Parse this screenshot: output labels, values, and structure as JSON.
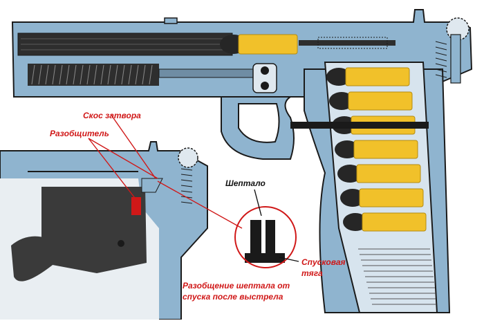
{
  "labels": {
    "skos_zatvora": "Скос затвора",
    "razobshchitel": "Разобщитель",
    "sheptalo": "Шептало",
    "spuskovaya_tyaga_line1": "Спусковая",
    "spuskovaya_tyaga_line2": "тяга",
    "caption_line1": "Разобщение шептала от",
    "caption_line2": "спуска после выстрела"
  },
  "colors": {
    "frame_blue": "#8fb4cf",
    "outline": "#1a1a1a",
    "barrel_dark": "#2e2e2e",
    "cartridge_brass": "#f1c12a",
    "bullet_dark": "#262626",
    "label_red": "#d01818",
    "callout_red": "#d01818",
    "grip_dark": "#3a3a3a"
  },
  "magazine": {
    "cartridge_count": 7
  }
}
